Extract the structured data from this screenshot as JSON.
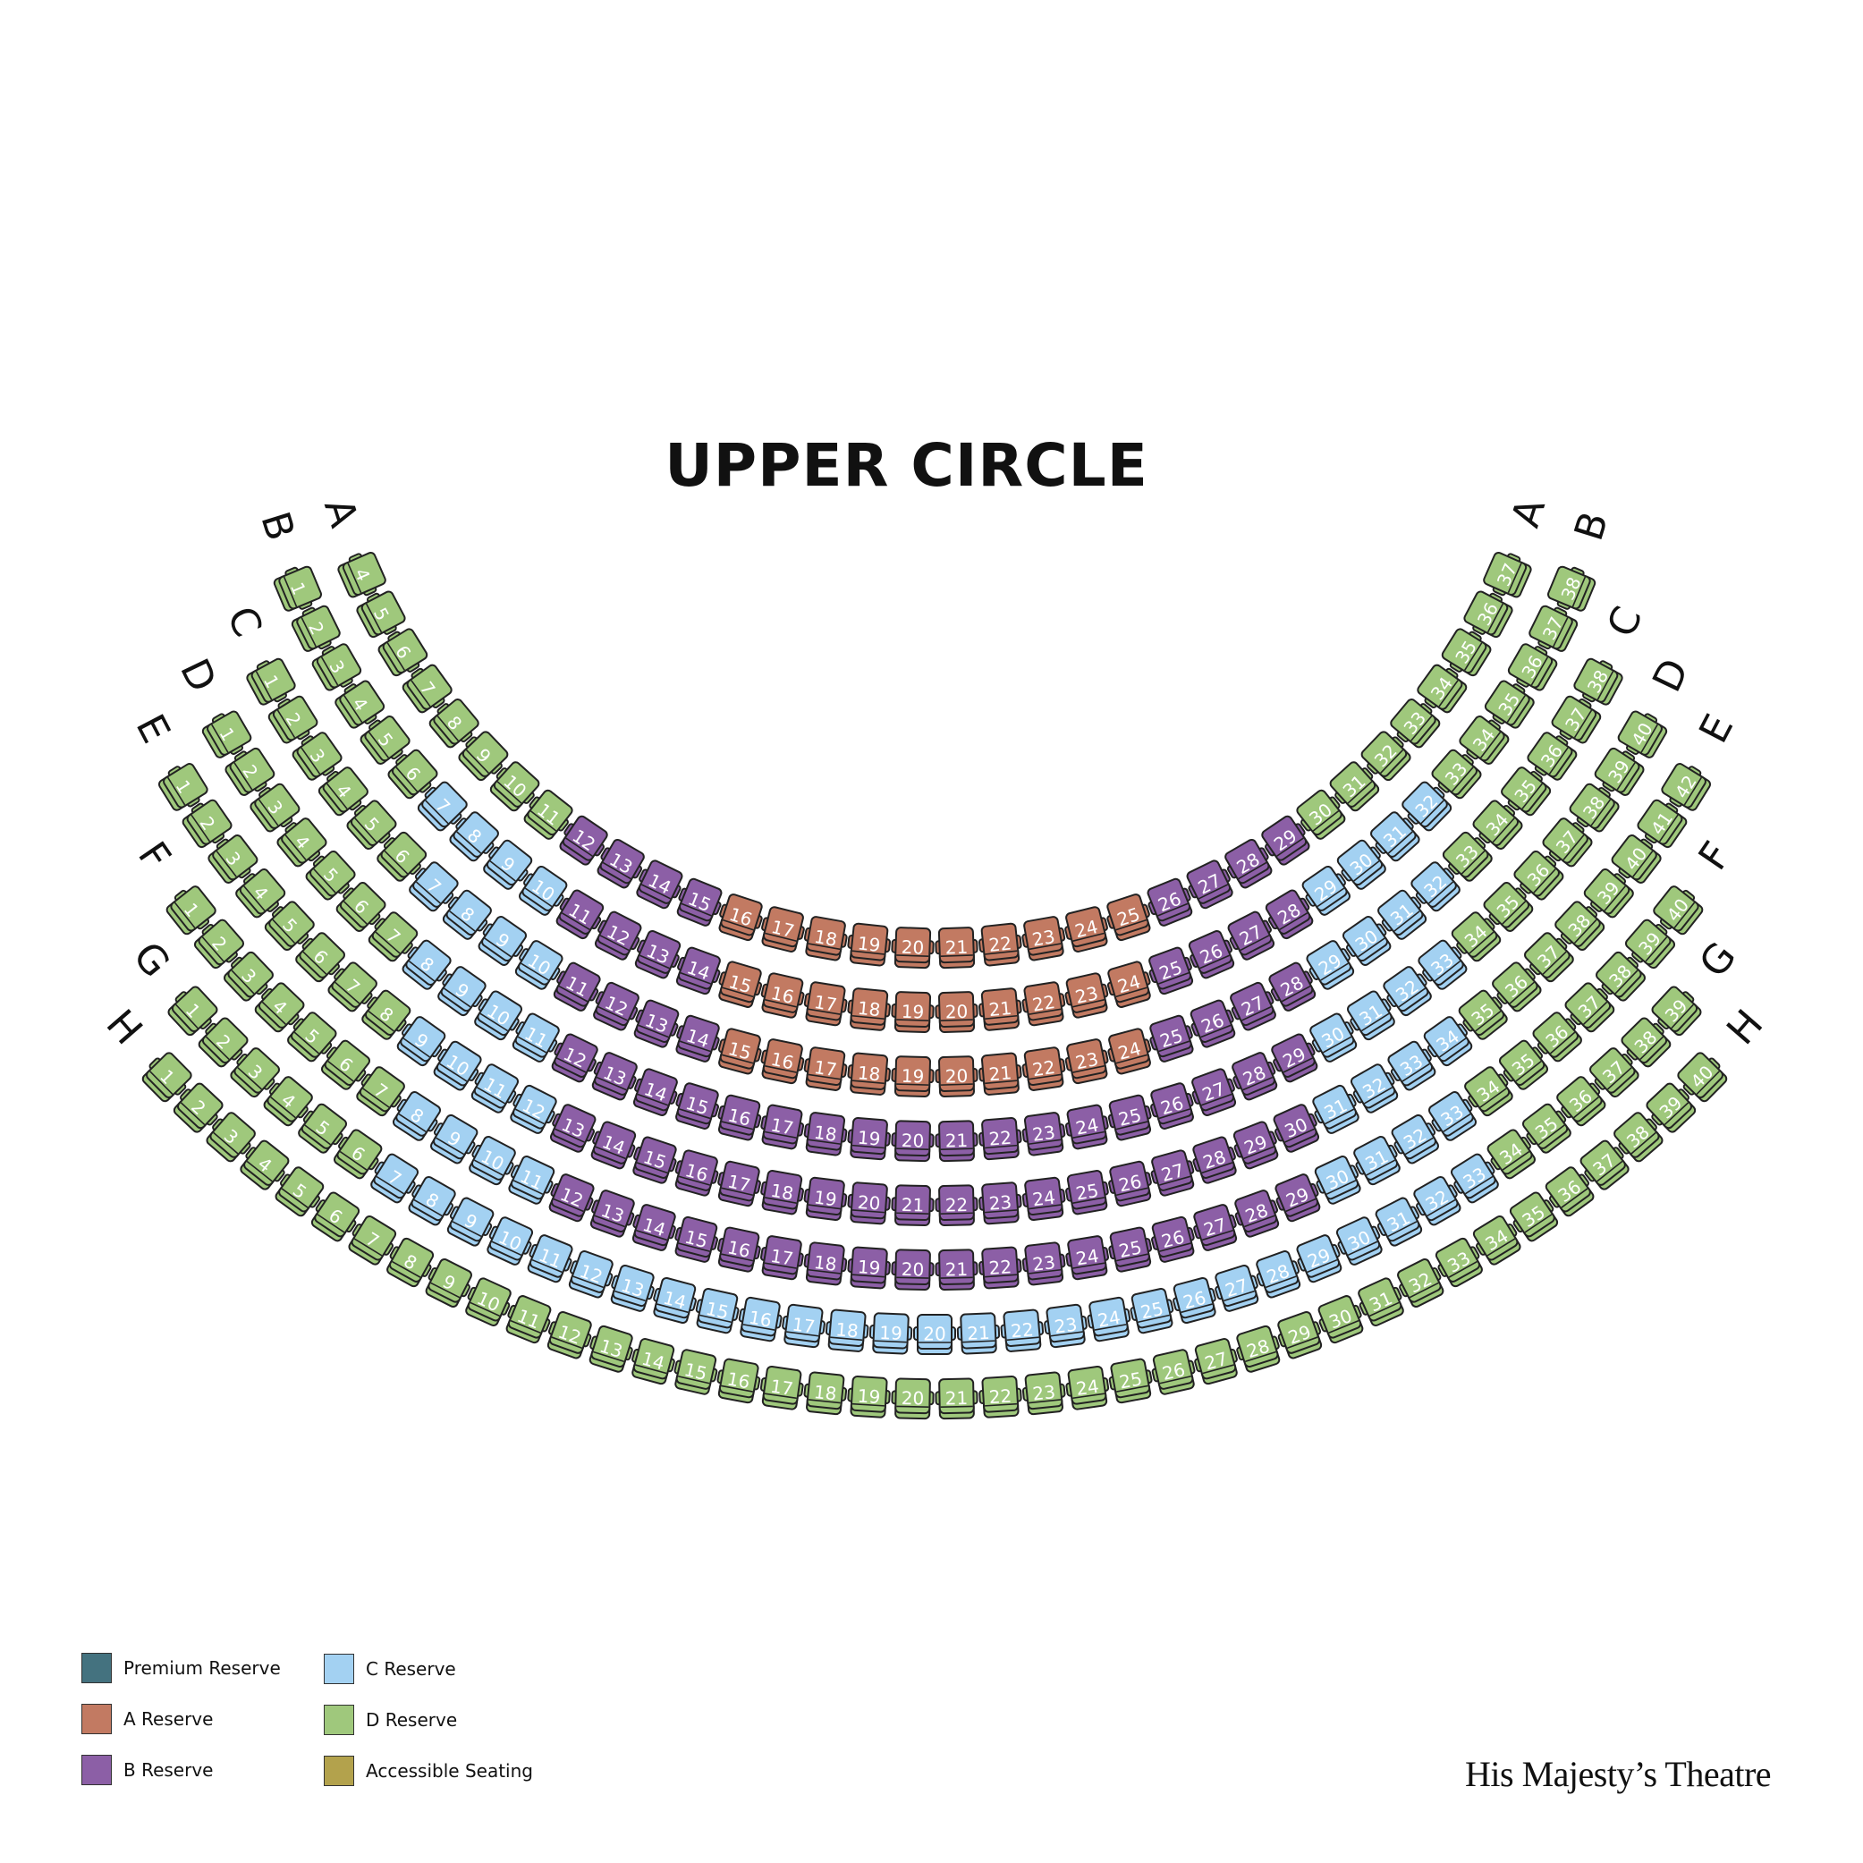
{
  "title": "UPPER CIRCLE",
  "brand": "His Majesty’s Theatre",
  "categories": {
    "P": {
      "label": "Premium Reserve",
      "color": "#44727f"
    },
    "A": {
      "label": "A Reserve",
      "color": "#c27a62"
    },
    "B": {
      "label": "B Reserve",
      "color": "#8c5fa6"
    },
    "C": {
      "label": "C Reserve",
      "color": "#a3d1f2"
    },
    "D": {
      "label": "D Reserve",
      "color": "#9fc87c"
    },
    "X": {
      "label": "Accessible Seating",
      "color": "#b3a24c"
    }
  },
  "legend": [
    {
      "key": "P",
      "label": "Premium Reserve"
    },
    {
      "key": "A",
      "label": "A Reserve"
    },
    {
      "key": "B",
      "label": "B Reserve"
    },
    {
      "key": "C",
      "label": "C Reserve"
    },
    {
      "key": "D",
      "label": "D Reserve"
    },
    {
      "key": "X",
      "label": "Accessible Seating"
    }
  ],
  "rows": [
    {
      "label": "A",
      "first": 4,
      "last": 37,
      "segments": [
        [
          4,
          11,
          "D"
        ],
        [
          12,
          15,
          "B"
        ],
        [
          16,
          25,
          "A"
        ],
        [
          26,
          29,
          "B"
        ],
        [
          30,
          37,
          "D"
        ]
      ]
    },
    {
      "label": "B",
      "first": 1,
      "last": 38,
      "segments": [
        [
          1,
          6,
          "D"
        ],
        [
          7,
          10,
          "C"
        ],
        [
          11,
          14,
          "B"
        ],
        [
          15,
          24,
          "A"
        ],
        [
          25,
          28,
          "B"
        ],
        [
          29,
          32,
          "C"
        ],
        [
          33,
          38,
          "D"
        ]
      ]
    },
    {
      "label": "C",
      "first": 1,
      "last": 38,
      "segments": [
        [
          1,
          6,
          "D"
        ],
        [
          7,
          10,
          "C"
        ],
        [
          11,
          14,
          "B"
        ],
        [
          15,
          24,
          "A"
        ],
        [
          25,
          28,
          "B"
        ],
        [
          29,
          32,
          "C"
        ],
        [
          33,
          38,
          "D"
        ]
      ]
    },
    {
      "label": "D",
      "first": 1,
      "last": 40,
      "segments": [
        [
          1,
          7,
          "D"
        ],
        [
          8,
          11,
          "C"
        ],
        [
          12,
          29,
          "B"
        ],
        [
          30,
          33,
          "C"
        ],
        [
          34,
          40,
          "D"
        ]
      ]
    },
    {
      "label": "E",
      "first": 1,
      "last": 42,
      "segments": [
        [
          1,
          8,
          "D"
        ],
        [
          9,
          12,
          "C"
        ],
        [
          13,
          30,
          "B"
        ],
        [
          31,
          34,
          "C"
        ],
        [
          35,
          42,
          "D"
        ]
      ]
    },
    {
      "label": "F",
      "first": 1,
      "last": 40,
      "segments": [
        [
          1,
          7,
          "D"
        ],
        [
          8,
          11,
          "C"
        ],
        [
          12,
          29,
          "B"
        ],
        [
          30,
          33,
          "C"
        ],
        [
          34,
          40,
          "D"
        ]
      ]
    },
    {
      "label": "G",
      "first": 1,
      "last": 39,
      "segments": [
        [
          1,
          6,
          "D"
        ],
        [
          7,
          33,
          "C"
        ],
        [
          34,
          39,
          "D"
        ]
      ]
    },
    {
      "label": "H",
      "first": 1,
      "last": 40,
      "segments": [
        [
          1,
          40,
          "D"
        ]
      ]
    }
  ]
}
